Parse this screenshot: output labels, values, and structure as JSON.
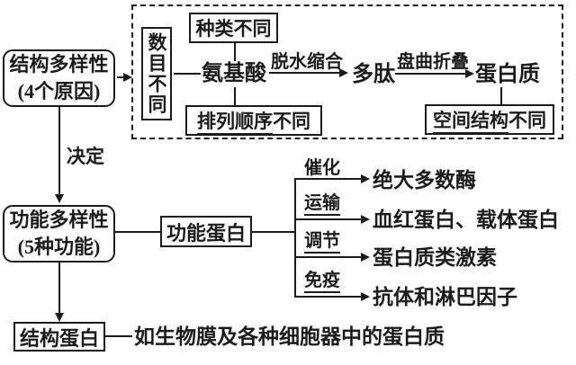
{
  "diagram": {
    "structure_diversity_box": {
      "line1": "结构多样性",
      "line2": "(4个原因)"
    },
    "causes_group": {
      "number_box": "数目不同",
      "type_box": "种类不同",
      "amino_acid": "氨基酸",
      "order_box": {
        "underlined": "排列顺序",
        "rest": "不同"
      },
      "dehydration_label": "脱水缩合",
      "polypeptide": "多肽",
      "coiling_label": "盘曲折叠",
      "protein": "蛋白质",
      "spatial_box": {
        "underlined": "空间结构",
        "rest": "不同"
      }
    },
    "decide_label": "决定",
    "function_diversity_box": {
      "line1": "功能多样性",
      "line2": "(5种功能)"
    },
    "functional_protein_box": "功能蛋白",
    "branches": [
      {
        "label": "催化",
        "underlined": false,
        "target": "绝大多数酶"
      },
      {
        "label": "运输",
        "underlined": true,
        "target": "血红蛋白、载体蛋白"
      },
      {
        "label": "调节",
        "underlined": true,
        "target": "蛋白质类激素"
      },
      {
        "label": "免疫",
        "underlined": true,
        "target": "抗体和淋巴因子"
      }
    ],
    "structural_protein_box": "结构蛋白",
    "structural_protein_note": "如生物膜及各种细胞器中的蛋白质"
  },
  "colors": {
    "ink": "#1b1b1b",
    "background": "#ffffff"
  }
}
